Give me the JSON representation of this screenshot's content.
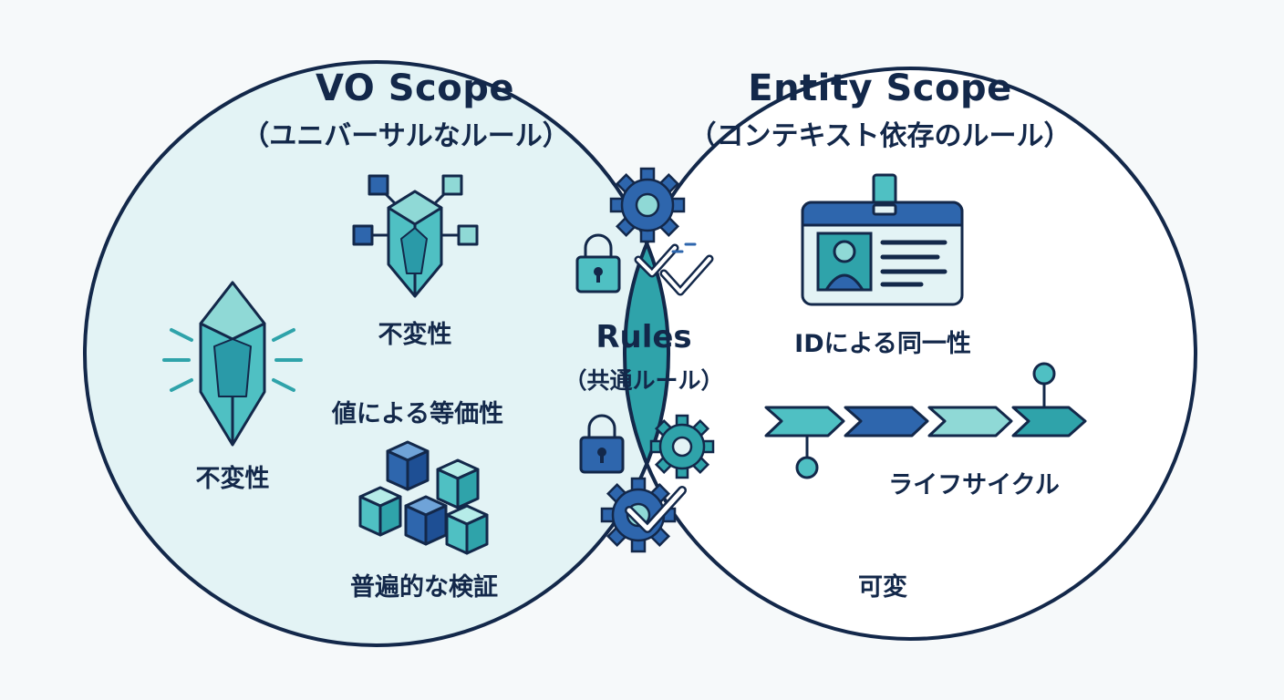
{
  "vo": {
    "title": "VO Scope",
    "subtitle": "（ユニバーサルなルール）",
    "items": {
      "immutability_top": "不変性",
      "immutability_left": "不変性",
      "value_equality": "値による等価性",
      "universal_validation": "普遍的な検証"
    }
  },
  "entity": {
    "title": "Entity Scope",
    "subtitle": "（コンテキスト依存のルール）",
    "items": {
      "identity": "IDによる同一性",
      "lifecycle": "ライフサイクル",
      "mutable": "可変"
    }
  },
  "shared": {
    "title": "Rules",
    "subtitle": "（共通ルール）"
  },
  "colors": {
    "outline": "#13284a",
    "vo_fill": "#e3f3f5",
    "entity_fill": "#ffffff",
    "overlap_fill": "#2fa3aa",
    "teal": "#4fc0c3",
    "blue": "#2e66ad",
    "light_teal": "#8fd9d6"
  },
  "icons": [
    "crystal-icon",
    "crystal-network-icon",
    "cube-stack-icon",
    "gear-icon",
    "padlock-icon",
    "checkmark-icon",
    "id-badge-icon",
    "timeline-icon"
  ]
}
